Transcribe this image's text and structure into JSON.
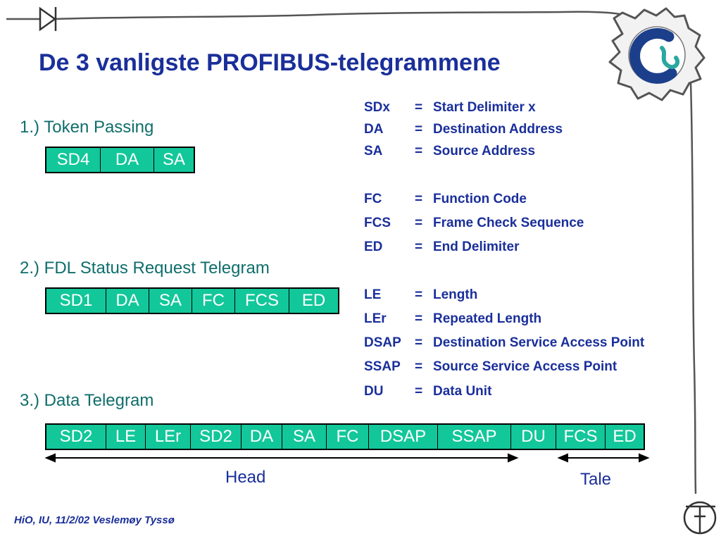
{
  "title": "De 3 vanligste PROFIBUS-telegrammene",
  "sections": [
    {
      "heading": "1.)  Token Passing",
      "fields": [
        "SD4",
        "DA",
        "SA"
      ]
    },
    {
      "heading": "2.)  FDL Status Request Telegram",
      "fields": [
        "SD1",
        "DA",
        "SA",
        "FC",
        "FCS",
        "ED"
      ]
    },
    {
      "heading": "3.)  Data Telegram",
      "fields": [
        "SD2",
        "LE",
        "LEr",
        "SD2",
        "DA",
        "SA",
        "FC",
        "DSAP",
        "SSAP",
        "DU",
        "FCS",
        "ED"
      ]
    }
  ],
  "legend": [
    {
      "abbr": "SDx",
      "eq": "=",
      "meaning": "Start Delimiter x"
    },
    {
      "abbr": "DA",
      "eq": "=",
      "meaning": "Destination Address"
    },
    {
      "abbr": "SA",
      "eq": "=",
      "meaning": "Source Address"
    },
    {
      "abbr": "FC",
      "eq": "=",
      "meaning": "Function Code"
    },
    {
      "abbr": "FCS",
      "eq": "=",
      "meaning": "Frame Check Sequence"
    },
    {
      "abbr": "ED",
      "eq": "=",
      "meaning": "End Delimiter"
    },
    {
      "abbr": "LE",
      "eq": "=",
      "meaning": "Length"
    },
    {
      "abbr": "LEr",
      "eq": "=",
      "meaning": "Repeated Length"
    },
    {
      "abbr": "DSAP",
      "eq": "=",
      "meaning": "Destination Service Access Point"
    },
    {
      "abbr": "SSAP",
      "eq": "=",
      "meaning": "Source Service Access Point"
    },
    {
      "abbr": "DU",
      "eq": "=",
      "meaning": "Data Unit"
    }
  ],
  "arrows": {
    "head_label": "Head",
    "tale_label": "Tale"
  },
  "footer": "HiO, IU, 11/2/02 Veslemøy Tyssø",
  "colors": {
    "title": "#1a2f9a",
    "section_heading": "#0f6e6b",
    "field_fill": "#12c79a",
    "field_text": "#ffffff",
    "legend_text": "#1a2f9a"
  },
  "icons": [
    "diode-icon",
    "gear-logo-icon",
    "transistor-symbol-icon"
  ]
}
